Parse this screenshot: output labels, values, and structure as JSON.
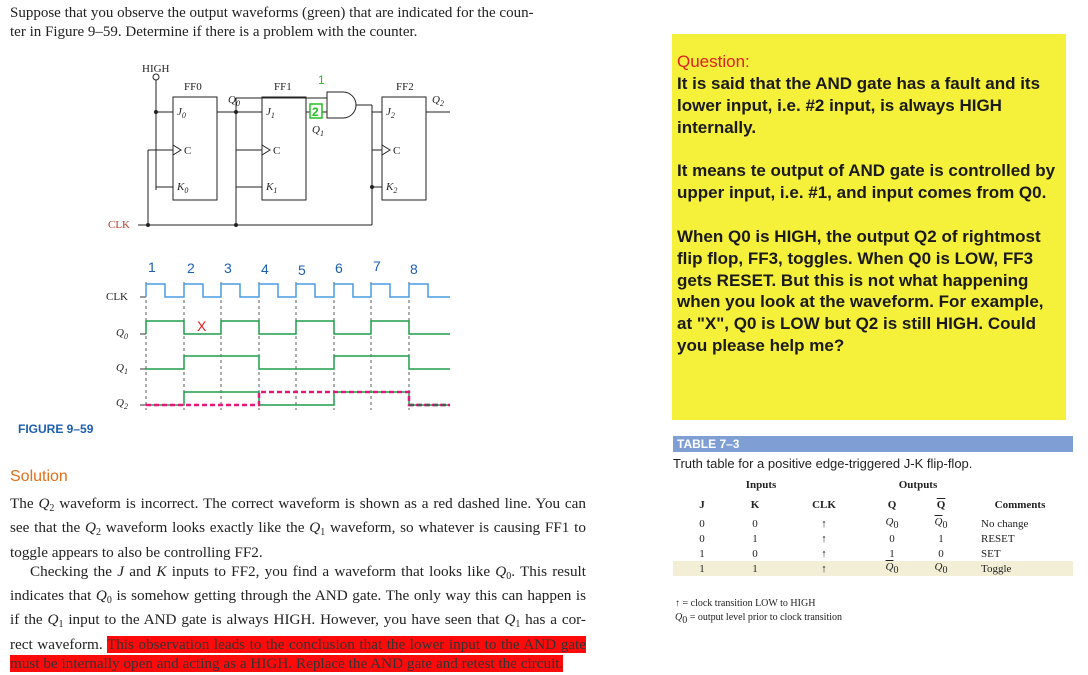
{
  "problem": {
    "line1": "Suppose that you observe the output waveforms (green) that are indicated for the coun-",
    "line2": "ter in Figure 9–59. Determine if there is a problem with the counter."
  },
  "figure": {
    "high_label": "HIGH",
    "ff_labels": [
      "FF0",
      "FF1",
      "FF2"
    ],
    "j_labels": [
      "J",
      "J",
      "J"
    ],
    "k_labels": [
      "K",
      "K",
      "K"
    ],
    "subs": [
      "0",
      "1",
      "2"
    ],
    "c_label": "C",
    "q0_label": "Q",
    "q1_label": "Q",
    "q2_label": "Q",
    "and_input_1": "1",
    "and_input_2": "2",
    "and_q1_label": "Q",
    "clk_label": "CLK",
    "pulse_numbers": [
      "1",
      "2",
      "3",
      "4",
      "5",
      "6",
      "7",
      "8"
    ],
    "wave_labels": [
      "CLK",
      "Q",
      "Q",
      "Q"
    ],
    "x_mark": "X",
    "caption": "FIGURE 9–59"
  },
  "solution": {
    "heading": "Solution",
    "p1_a": "The ",
    "p1_b": " waveform is incorrect. The correct waveform is shown as a red dashed line. You can see that the ",
    "p1_c": " waveform looks exactly like the ",
    "p1_d": " waveform, so whatever is causing FF1 to toggle appears to also be controlling FF2.",
    "p2_a": "Checking the ",
    "p2_b": " and ",
    "p2_c": " inputs to FF2, you find a waveform that looks like ",
    "p2_d": ". This result indicates that ",
    "p2_e": " is somehow getting through the AND gate. The only way this can happen is if the ",
    "p2_f": " input to the AND gate is always HIGH. However, you have seen that ",
    "p2_g": " has a cor-rect waveform.",
    "p2_highlight": "This observation leads to the conclusion that the lower input to the AND gate must be internally open and acting as a HIGH. Replace the AND gate and retest the circuit.",
    "q": "Q",
    "j": "J",
    "k": "K",
    "s0": "0",
    "s1": "1",
    "s2": "2"
  },
  "question": {
    "title": "Question:",
    "p1": "It is said that the AND gate has a fault and its lower input, i.e. #2 input, is always HIGH internally.",
    "p2": "It means te output of AND gate is controlled by upper input, i.e. #1, and input comes from Q0.",
    "p3": "When Q0 is HIGH, the output Q2 of rightmost flip flop, FF3, toggles. When Q0 is LOW, FF3 gets RESET. But this is not what happening when you look at the waveform. For example, at \"X\", Q0 is LOW but Q2 is still HIGH. Could you please help me?"
  },
  "table": {
    "number": "TABLE 7–3",
    "caption": "Truth table for a positive edge-triggered J-K flip-flop.",
    "group_inputs": "Inputs",
    "group_outputs": "Outputs",
    "columns": [
      "J",
      "K",
      "CLK",
      "Q",
      "Q",
      "Comments"
    ],
    "rows": [
      {
        "j": "0",
        "k": "0",
        "clk": "↑",
        "q": "Q",
        "q_sub": "0",
        "qbar": "Q",
        "qbar_sub": "0",
        "comment": "No change"
      },
      {
        "j": "0",
        "k": "1",
        "clk": "↑",
        "q": "0",
        "q_sub": "",
        "qbar": "1",
        "qbar_sub": "",
        "comment": "RESET"
      },
      {
        "j": "1",
        "k": "0",
        "clk": "↑",
        "q": "1",
        "q_sub": "",
        "qbar": "0",
        "qbar_sub": "",
        "comment": "SET"
      },
      {
        "j": "1",
        "k": "1",
        "clk": "↑",
        "q": "Q",
        "q_sub": "0",
        "qbar": "Q",
        "qbar_sub": "0",
        "comment": "Toggle"
      }
    ],
    "footnote1": "↑ = clock transition LOW to HIGH",
    "footnote2_a": "Q",
    "footnote2_sub": "0",
    "footnote2_b": " = output level prior to clock transition"
  },
  "colors": {
    "wave_green": "#1f9e4a",
    "wave_blue": "#4a9be0",
    "dash_red": "#e0197a",
    "annotation_green": "#22c022",
    "question_bg": "#f5f03a",
    "highlight_red": "#ff0a0a"
  }
}
